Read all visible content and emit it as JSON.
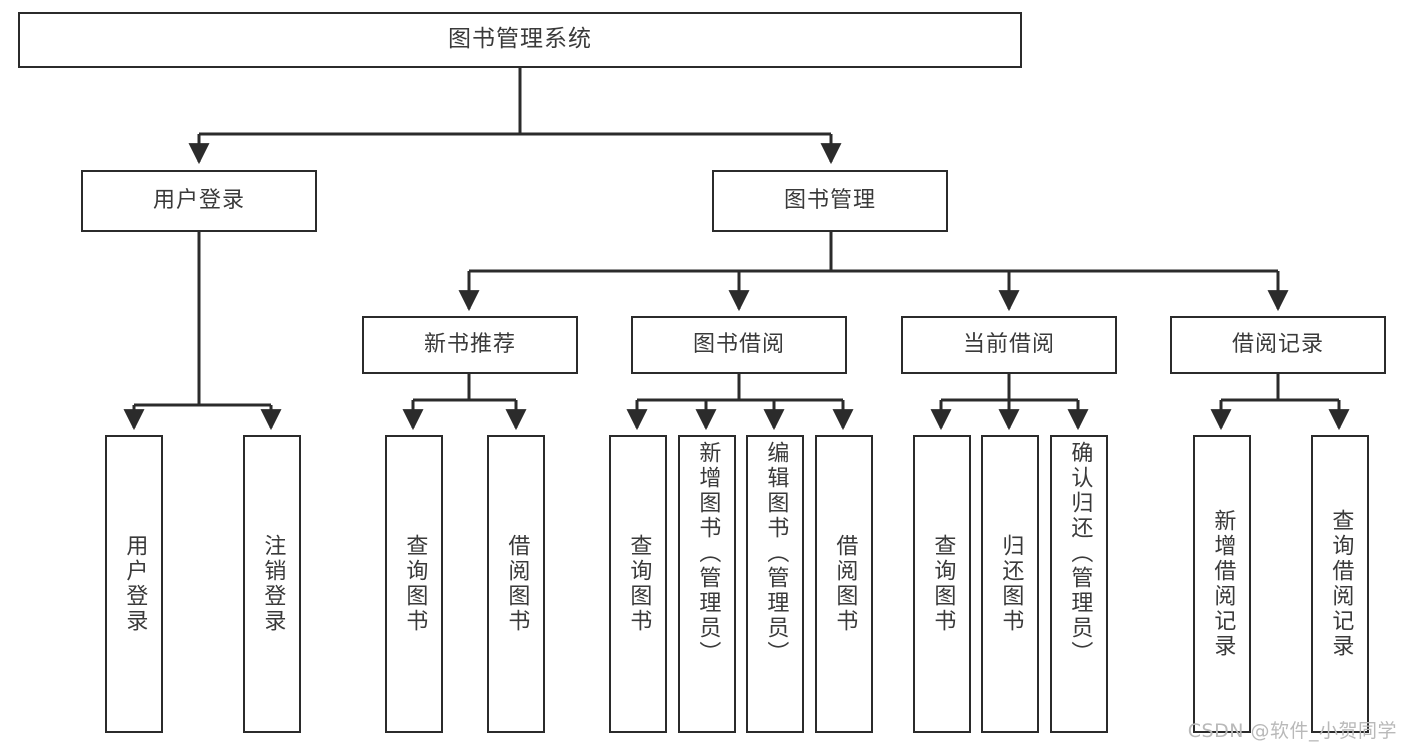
{
  "diagram": {
    "title": "图书管理系统",
    "watermark": "CSDN @软件_小贺同学",
    "colors": {
      "box_border": "#2b2b2b",
      "connector": "#2b2b2b",
      "text": "#3a3a3a",
      "background": "#ffffff",
      "watermark": "#b9b9b9"
    },
    "root": {
      "label": "图书管理系统"
    },
    "level2": [
      {
        "label": "用户登录"
      },
      {
        "label": "图书管理"
      }
    ],
    "level3": [
      {
        "label": "新书推荐"
      },
      {
        "label": "图书借阅"
      },
      {
        "label": "当前借阅"
      },
      {
        "label": "借阅记录"
      }
    ],
    "leaves": {
      "user_login": [
        {
          "label": "用户登录"
        },
        {
          "label": "注销登录"
        }
      ],
      "new_book_recommend": [
        {
          "label": "查询图书"
        },
        {
          "label": "借阅图书"
        }
      ],
      "book_borrow": [
        {
          "label": "查询图书"
        },
        {
          "label": "新增图书（管理员）"
        },
        {
          "label": "编辑图书（管理员）"
        },
        {
          "label": "借阅图书"
        }
      ],
      "current_borrow": [
        {
          "label": "查询图书"
        },
        {
          "label": "归还图书"
        },
        {
          "label": "确认归还（管理员）"
        }
      ],
      "borrow_record": [
        {
          "label": "新增借阅记录"
        },
        {
          "label": "查询借阅记录"
        }
      ]
    }
  }
}
